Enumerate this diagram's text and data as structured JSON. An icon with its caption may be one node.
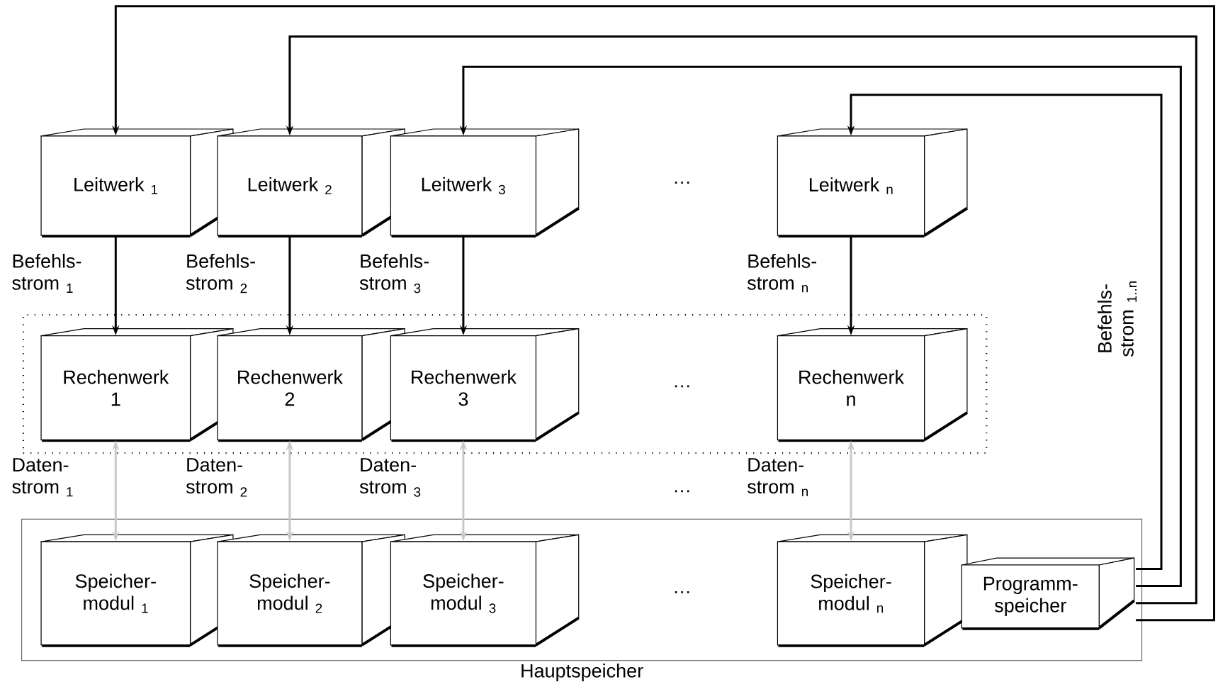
{
  "diagram": {
    "nodes": [
      {
        "text": [
          "Leitwerk $_{1}$"
        ]
      },
      {
        "text": [
          "Leitwerk $_{2}$"
        ]
      },
      {
        "text": [
          "Leitwerk $_{3}$"
        ]
      },
      {
        "text": [
          "Leitwerk $_{n}$"
        ]
      },
      {
        "text": [],
        "shape": "box"
      },
      {
        "text": [
          "Rechenwerk 1"
        ],
        "in": 4
      },
      {
        "text": [
          "Rechenwerk 2"
        ],
        "in": 4
      },
      {
        "text": [
          "Rechenwerk 3"
        ],
        "in": 4
      },
      {
        "text": [
          "Rechenwerk n"
        ],
        "in": 4
      },
      {
        "text": [
          "Hauptspeicher"
        ]
      },
      {
        "text": [
          "Speicher- modul $_{1}$"
        ],
        "in": 9
      },
      {
        "text": [
          "Speicher- modul $_{2}$"
        ],
        "in": 9
      },
      {
        "text": [
          "Speicher- modul $_{3}$"
        ],
        "in": 9
      },
      {
        "text": [
          "Speicher- modul $_{n}$"
        ],
        "in": 9
      },
      {
        "text": [
          "Programm- speicher"
        ],
        "in": 9
      }
    ],
    "edges": [
      {
        "from": 0,
        "to": 5,
        "arrow": "to",
        "label": "Befehls- strom $_{1}$"
      },
      {
        "from": 1,
        "to": 6,
        "arrow": "to",
        "label": "Befehls- strom $_{2}$"
      },
      {
        "from": 2,
        "to": 7,
        "arrow": "to",
        "label": "Befehls- strom $_{3}$"
      },
      {
        "from": 3,
        "to": 8,
        "arrow": "to",
        "label": "Befehls- strom $_{n}$"
      },
      {
        "from": 5,
        "to": 10,
        "arrow": "both",
        "label": "Daten- strom $_{1}$",
        "color": "#c8c8c8"
      },
      {
        "from": 6,
        "to": 11,
        "arrow": "both",
        "label": "Daten- strom $_{2}$",
        "color": "#c8c8c8"
      },
      {
        "from": 7,
        "to": 12,
        "arrow": "both",
        "label": "Daten- strom $_{3}$",
        "color": "#c8c8c8"
      },
      {
        "from": 8,
        "to": 13,
        "arrow": "both",
        "label": "Daten- strom $_{n}$",
        "color": "#c8c8c8"
      },
      {
        "from": 14,
        "to": 3,
        "arrow": "to"
      },
      {
        "from": 14,
        "to": 2,
        "arrow": "to"
      },
      {
        "from": 14,
        "to": 1,
        "arrow": "to"
      },
      {
        "from": 14,
        "to": 0,
        "arrow": "to"
      }
    ],
    "labels": [
      "…",
      "…",
      "…",
      "…",
      "Befehls- strom $_{1..n}$"
    ]
  }
}
